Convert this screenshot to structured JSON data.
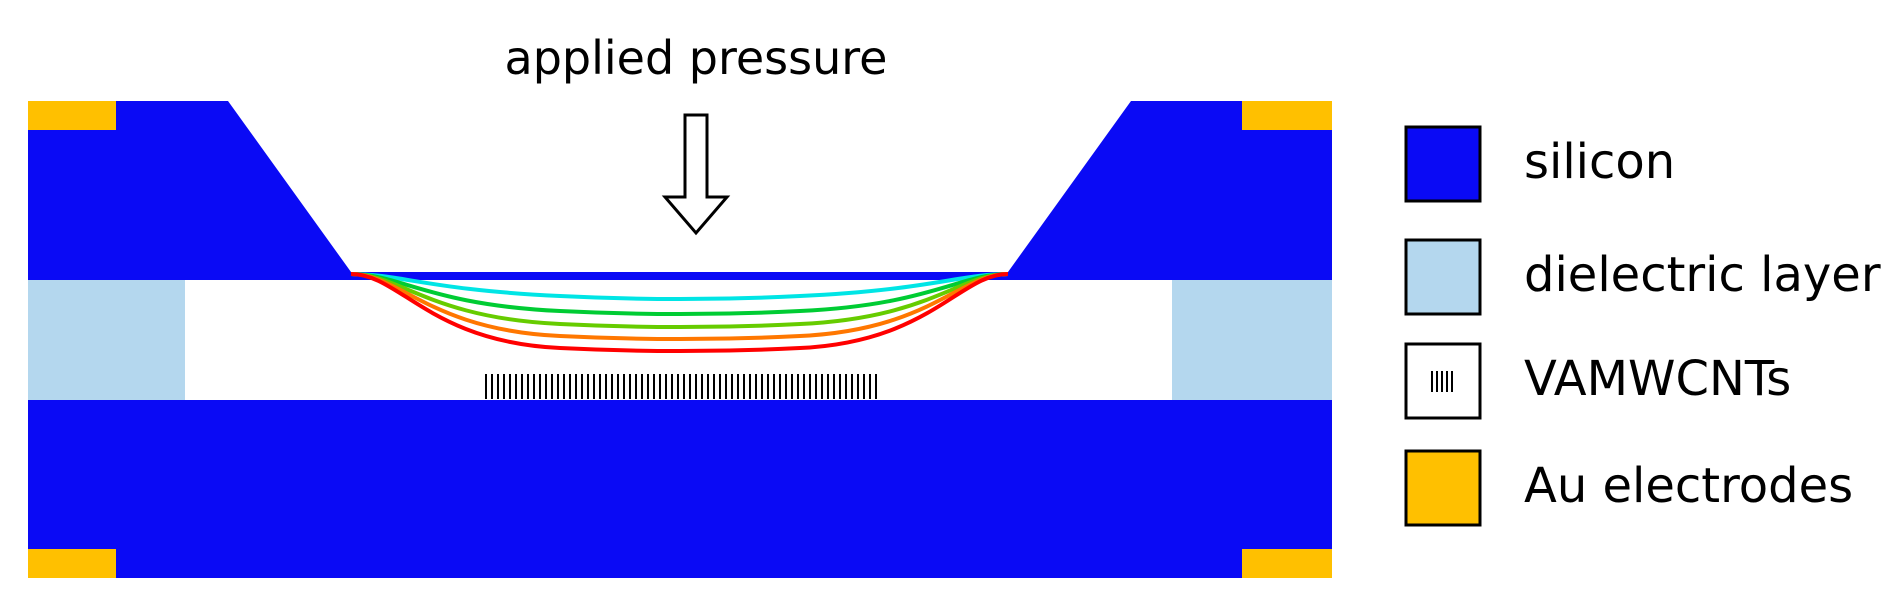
{
  "title": "applied pressure",
  "legend": {
    "items": [
      {
        "label": "silicon",
        "color": "#0a0af5",
        "pattern": "solid"
      },
      {
        "label": "dielectric layer",
        "color": "#b4d7ee",
        "pattern": "solid"
      },
      {
        "label": "VAMWCNTs",
        "color": "#ffffff",
        "pattern": "vertical-lines",
        "glyph": "||||"
      },
      {
        "label": "Au electrodes",
        "color": "#ffc000",
        "pattern": "solid"
      }
    ]
  },
  "colors": {
    "silicon": "#0a0af5",
    "dielectric": "#b4d7ee",
    "electrode": "#ffc000",
    "cnt": "#000000",
    "deflection_gradient": [
      "#00e5e5",
      "#00cc33",
      "#66cc00",
      "#ffcc00",
      "#ff7700",
      "#ff0000"
    ]
  },
  "icons": {
    "pressure": "arrow-down-outline-icon"
  }
}
